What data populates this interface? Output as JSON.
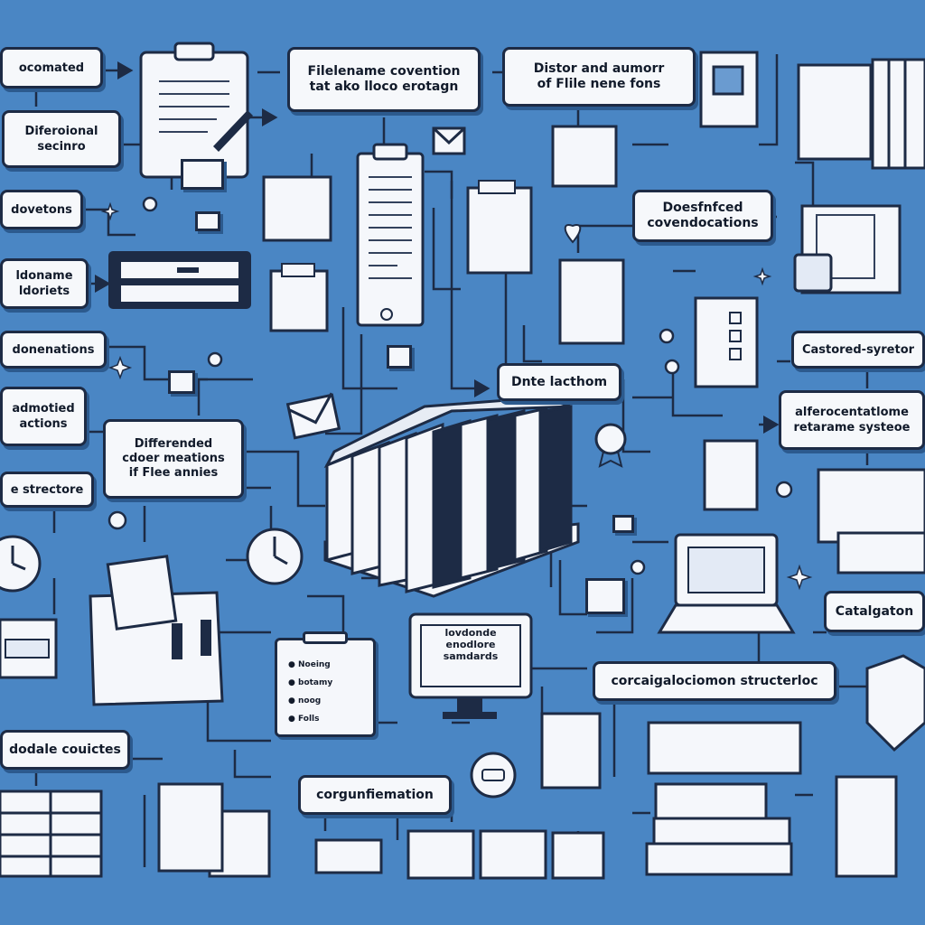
{
  "labels": {
    "automated": "ocomated",
    "filename_convention": "Filelename covention\ntat ako lloco erotagn",
    "distor_number": "Distor and aumorr\nof Flile nene fons",
    "differential_sections": "Diferoional\nsecinro",
    "dovetons": "dovetons",
    "filename_folders": "ldoname\nldoriets",
    "donenations": "donenations",
    "admotted_sections": "admotied\nactions",
    "differenced_colors": "Differended\ncdoer meations\nif Flee annies",
    "structure": "e strectore",
    "described_conventions": "Doesfnfced\ncovendocations",
    "date_location": "Dnte lacthom",
    "castored_systems": "Castored-syretor",
    "differentiation_systems": "alferocentatlome\nretarame systeoe",
    "categorization_structures": "corcaigalociomon structerloc",
    "catalogation": "Catalgaton",
    "module_couches": "dodale couictes",
    "configuration": "corgunfiemation"
  },
  "monitor_text": "lovdonde\nenodlore\nsamdards",
  "checklist": {
    "items": [
      "Noeing",
      "botamy",
      "noog",
      "Folls"
    ]
  },
  "colors": {
    "background": "#4a86c4",
    "ink": "#1d2b45",
    "paper": "#f5f7fb",
    "shadow": "#2c5a8e"
  }
}
